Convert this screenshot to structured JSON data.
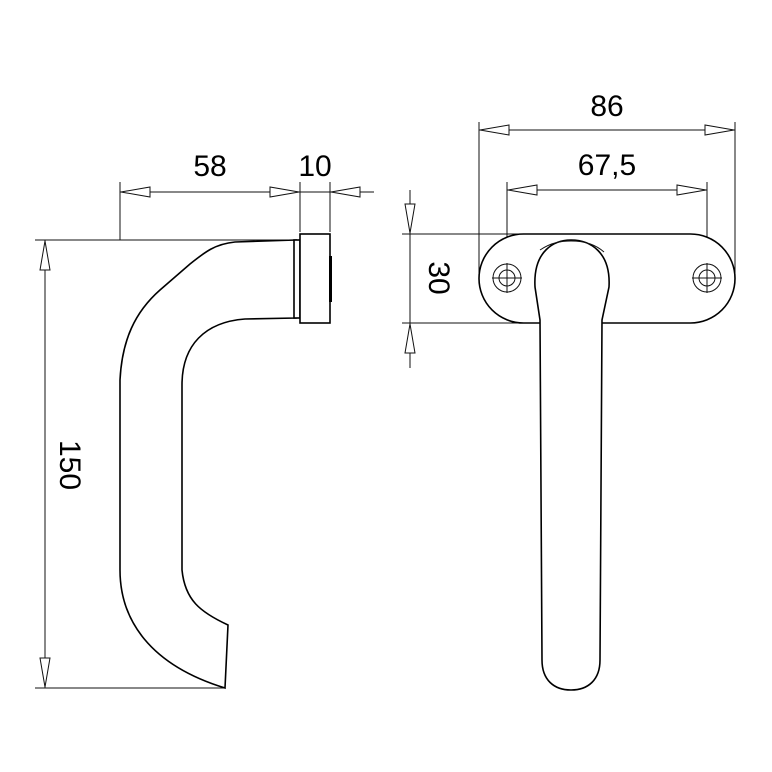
{
  "drawing": {
    "side_view": {
      "dim_length": "58",
      "dim_rosette_depth": "10",
      "dim_height": "150"
    },
    "front_view": {
      "dim_plate_width": "86",
      "dim_hole_spacing": "67,5",
      "dim_plate_height": "30"
    },
    "colors": {
      "line": "#000000",
      "background": "#ffffff"
    }
  }
}
